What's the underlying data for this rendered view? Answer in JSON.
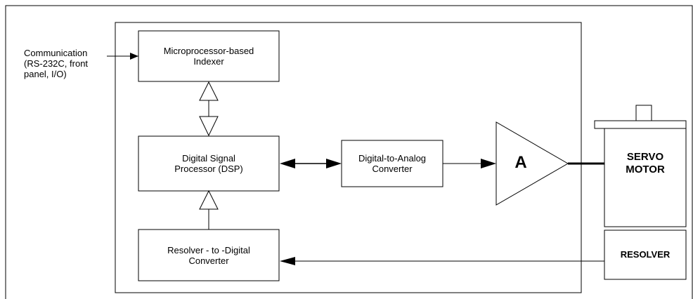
{
  "communication": {
    "label": "Communication\n(RS-232C, front\npanel, I/O)"
  },
  "blocks": {
    "indexer": "Microprocessor-based\nIndexer",
    "dsp": "Digital  Signal\nProcessor (DSP)",
    "dac": "Digital-to-Analog\nConverter",
    "rdc": "Resolver - to -Digital\nConverter"
  },
  "amplifier": {
    "label": "A"
  },
  "motor": {
    "label": "SERVO\nMOTOR"
  },
  "resolver": {
    "label": "RESOLVER"
  }
}
